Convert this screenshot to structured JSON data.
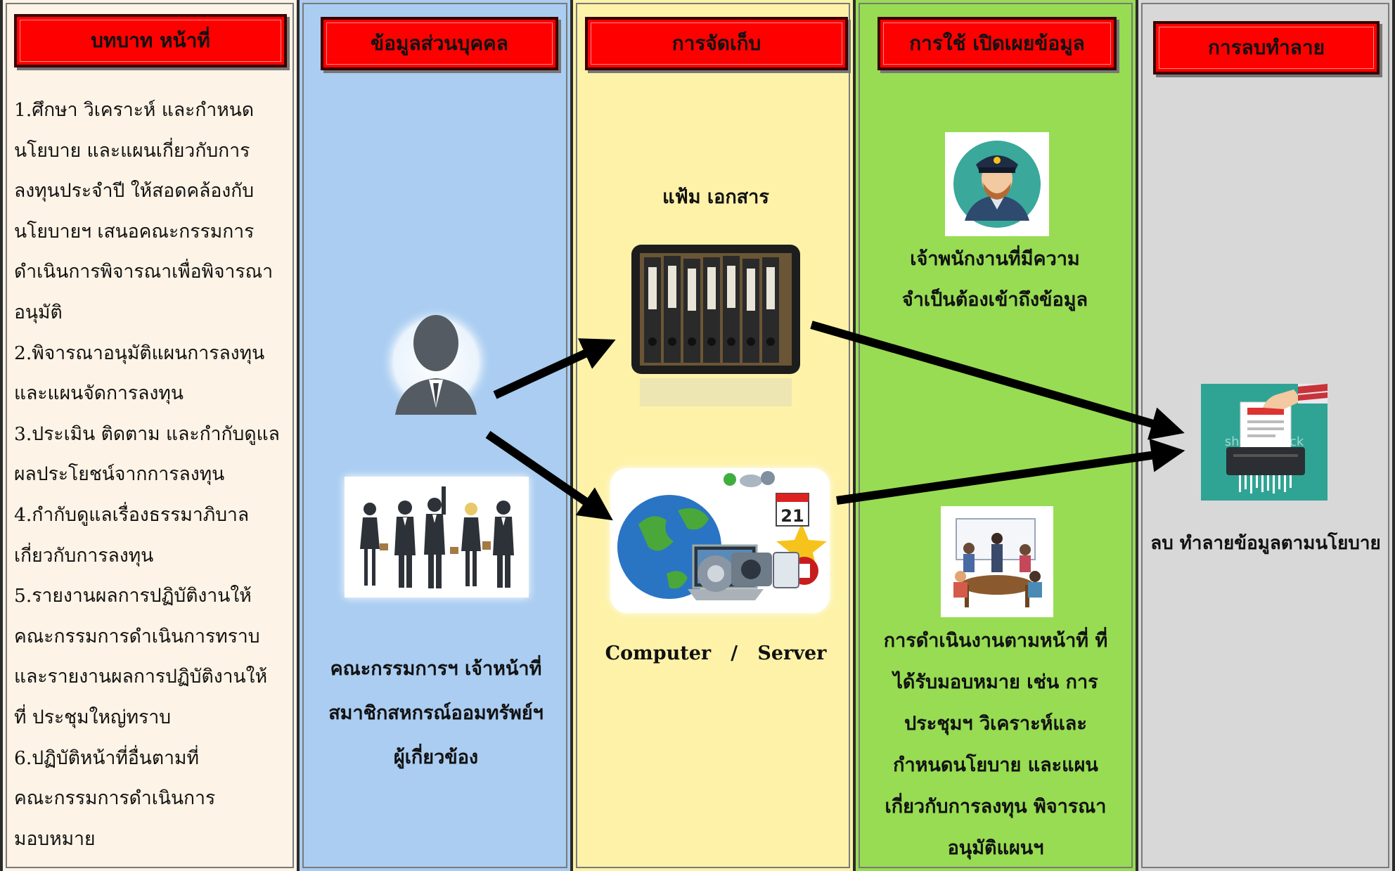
{
  "columns": {
    "roles": {
      "title": "บทบาท หน้าที่",
      "color": "#fdf3e6",
      "lines": [
        "1.ศึกษา วิเคราะห์ และกำหนด",
        "นโยบาย และแผนเกี่ยวกับการ",
        "ลงทุนประจำปี ให้สอดคล้องกับ",
        "นโยบายฯ   เสนอคณะกรรมการ",
        "ดำเนินการพิจารณาเพื่อพิจารณา",
        "อนุมัติ",
        "2.พิจารณาอนุมัติแผนการลงทุน",
        "และแผนจัดการลงทุน",
        "3.ประเมิน ติดตาม และกำกับดูแล",
        "ผลประโยชน์จากการลงทุน",
        "4.กำกับดูแลเรื่องธรรมาภิบาล",
        "เกี่ยวกับการลงทุน",
        "5.รายงานผลการปฏิบัติงานให้",
        "คณะกรรมการดำเนินการทราบ",
        "และรายงานผลการปฏิบัติงานให้",
        "ที่ ประชุมใหญ่ทราบ",
        "6.ปฏิบัติหน้าที่อื่นตามที่",
        "คณะกรรมการดำเนินการ",
        "มอบหมาย"
      ]
    },
    "personal": {
      "title": "ข้อมูลส่วนบุคคล",
      "color": "#aacdf1",
      "caption_lines": [
        "คณะกรรมการฯ  เจ้าหน้าที่",
        "สมาชิกสหกรณ์ออมทรัพย์ฯ",
        "ผู้เกี่ยวข้อง"
      ]
    },
    "storage": {
      "title": "การจัดเก็บ",
      "color": "#fdf2a8",
      "file_label": "แฟ้ม เอกสาร",
      "computer_label": "Computer   /   Server"
    },
    "usage": {
      "title": "การใช้ เปิดเผยข้อมูล",
      "color": "#97dc52",
      "officer_lines": [
        "เจ้าพนักงานที่มีความ",
        "จำเป็นต้องเข้าถึงข้อมูล"
      ],
      "duty_lines": [
        "การดำเนินงานตามหน้าที่ ที่",
        "ได้รับมอบหมาย เช่น การ",
        "ประชุมฯ  วิเคราะห์และ",
        "กำหนดนโยบาย และแผน",
        "เกี่ยวกับการลงทุน  พิจารณา",
        "อนุมัติแผนฯ"
      ]
    },
    "destroy": {
      "title": "การลบทำลาย",
      "color": "#d8d8d8",
      "caption": "ลบ ทำลายข้อมูลตามนโยบาย",
      "watermark": "shutterstock"
    }
  },
  "icons": [
    "person-silhouette-icon",
    "business-team-icon",
    "binders-icon",
    "computer-devices-icon",
    "security-guard-icon",
    "meeting-icon",
    "paper-shredder-icon"
  ],
  "colors": {
    "header": "#ff0000",
    "arrow": "#000000"
  }
}
